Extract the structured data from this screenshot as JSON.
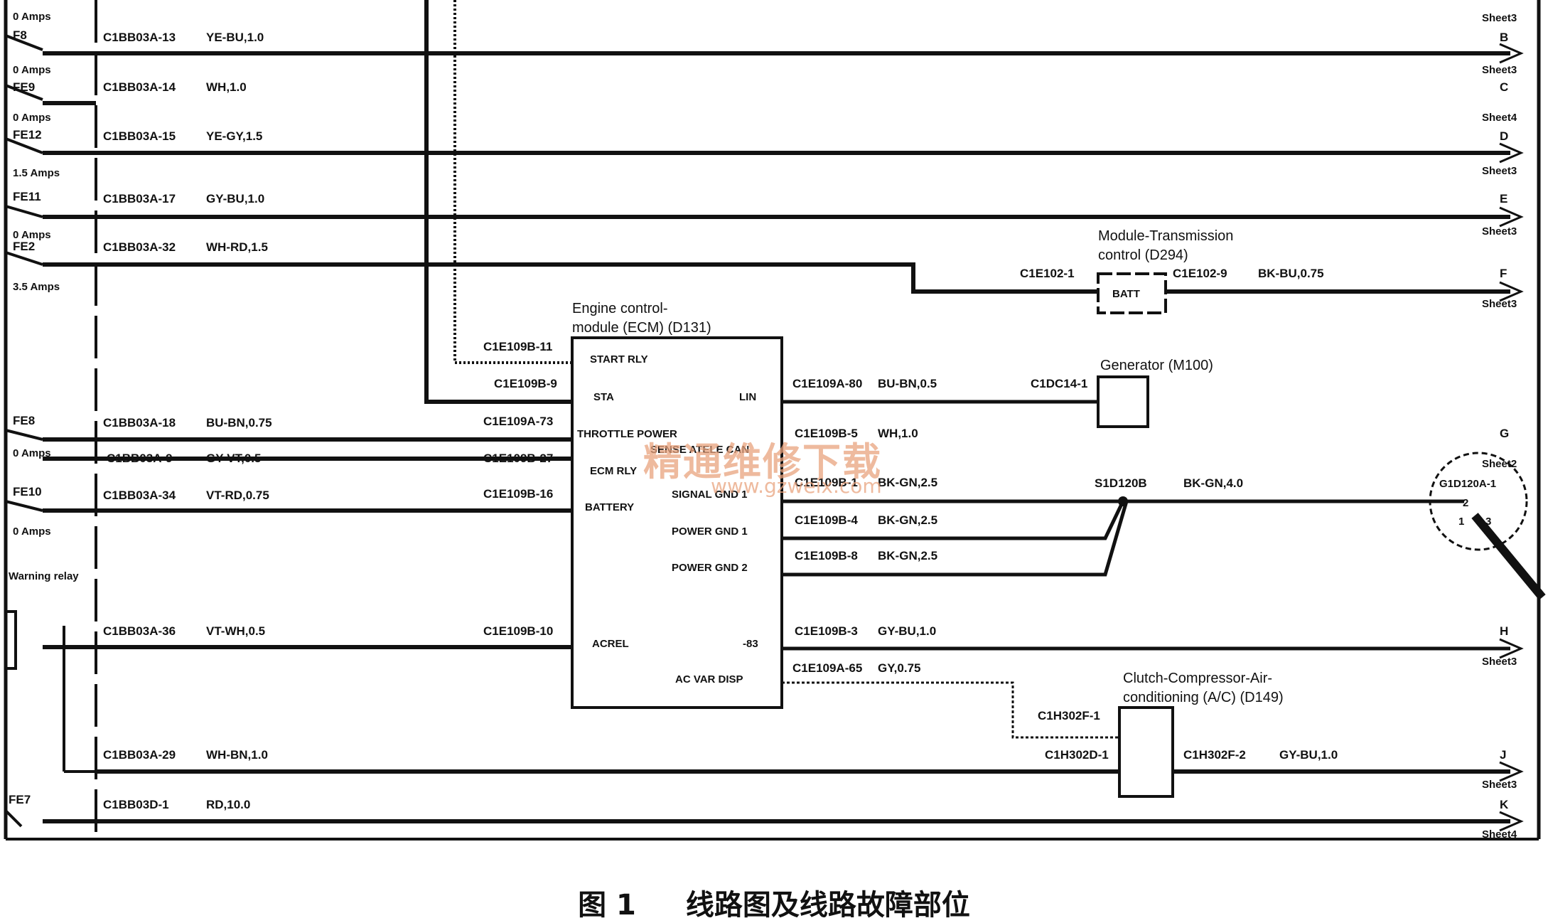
{
  "fuses": [
    {
      "name": "F8",
      "amps": "0 Amps"
    },
    {
      "name": "FE9",
      "amps": "0 Amps"
    },
    {
      "name": "FE12",
      "amps": "0 Amps"
    },
    {
      "name": "FE11",
      "amps": "1.5 Amps"
    },
    {
      "name": "FE2",
      "amps": "0 Amps"
    },
    {
      "name": "FE8",
      "amps": "0 Amps"
    },
    {
      "name": "FE10",
      "amps": "0 Amps"
    },
    {
      "name": "FE7",
      "amps": ""
    }
  ],
  "top_amps": "0 Amps",
  "bottom_amps": "3.5 Amps",
  "left_relay_label": "Warning\nrelay",
  "left_wires": [
    {
      "connector": "C1BB03A-13",
      "wire": "YE-BU,1.0"
    },
    {
      "connector": "C1BB03A-14",
      "wire": "WH,1.0"
    },
    {
      "connector": "C1BB03A-15",
      "wire": "YE-GY,1.5"
    },
    {
      "connector": "C1BB03A-17",
      "wire": "GY-BU,1.0"
    },
    {
      "connector": "C1BB03A-32",
      "wire": "WH-RD,1.5"
    },
    {
      "connector": "C1BB03A-18",
      "wire": "BU-BN,0.75"
    },
    {
      "connector": "C1BB03A-9",
      "wire": "GY-VT,0.5"
    },
    {
      "connector": "C1BB03A-34",
      "wire": "VT-RD,0.75"
    },
    {
      "connector": "C1BB03A-36",
      "wire": "VT-WH,0.5"
    },
    {
      "connector": "C1BB03A-29",
      "wire": "WH-BN,1.0"
    },
    {
      "connector": "C1BB03D-1",
      "wire": "RD,10.0"
    }
  ],
  "right_ends": [
    {
      "letter": "B",
      "sheet": "Sheet3"
    },
    {
      "letter": "C",
      "sheet": "Sheet4"
    },
    {
      "letter": "D",
      "sheet": "Sheet3"
    },
    {
      "letter": "E",
      "sheet": "Sheet3"
    },
    {
      "letter": "F",
      "sheet": "Sheet3"
    },
    {
      "letter": "G",
      "sheet": "Sheet2"
    },
    {
      "letter": "H",
      "sheet": "Sheet3"
    },
    {
      "letter": "J",
      "sheet": "Sheet3"
    },
    {
      "letter": "K",
      "sheet": "Sheet4"
    }
  ],
  "top_sheet": "Sheet3",
  "ecm": {
    "title_line1": "Engine control-",
    "title_line2": "module (ECM) (D131)",
    "pins_left": [
      "START RLY",
      "STA",
      "THROTTLE POWER",
      "ECM RLY",
      "BATTERY",
      "ACREL"
    ],
    "pins_right": [
      "LIN",
      "SENSE ATELE CAN",
      "SIGNAL GND 1",
      "POWER GND 1",
      "POWER GND 2",
      "-83",
      "AC VAR DISP"
    ],
    "left_connectors": [
      "C1E109B-11",
      "C1E109B-9",
      "C1E109A-73",
      "C1E109B-27",
      "C1E109B-16",
      "C1E109B-10"
    ],
    "right_connectors": [
      {
        "connector": "C1E109A-80",
        "wire": "BU-BN,0.5"
      },
      {
        "connector": "C1E109B-5",
        "wire": "WH,1.0"
      },
      {
        "connector": "C1E109B-1",
        "wire": "BK-GN,2.5"
      },
      {
        "connector": "C1E109B-4",
        "wire": "BK-GN,2.5"
      },
      {
        "connector": "C1E109B-8",
        "wire": "BK-GN,2.5"
      },
      {
        "connector": "C1E109B-3",
        "wire": "GY-BU,1.0"
      },
      {
        "connector": "C1E109A-65",
        "wire": "GY,0.75"
      }
    ]
  },
  "tcm": {
    "title_line1": "Module-Transmission",
    "title_line2": "control (D294)",
    "pin": "BATT",
    "left_connector": "C1E102-1",
    "right_connector": "C1E102-9",
    "right_wire": "BK-BU,0.75"
  },
  "generator": {
    "title": "Generator (M100)",
    "connector": "C1DC14-1"
  },
  "splice": {
    "name": "S1D120B",
    "wire": "BK-GN,4.0"
  },
  "ground": {
    "connector": "G1D120A-1",
    "pins": [
      "1",
      "2",
      "3"
    ]
  },
  "clutch": {
    "title_line1": "Clutch-Compressor-Air-",
    "title_line2": "conditioning (A/C) (D149)",
    "connector_top": "C1H302F-1",
    "connector_left": "C1H302D-1",
    "connector_right": "C1H302F-2",
    "right_wire": "GY-BU,1.0"
  },
  "watermark": {
    "text": "精通维修下载",
    "url": "www.gzweix.com"
  },
  "caption": {
    "figure": "图 1",
    "text": "线路图及线路故障部位"
  },
  "colors": {
    "wire": "#111111",
    "watermark": "#e9a37e",
    "background": "#ffffff"
  }
}
